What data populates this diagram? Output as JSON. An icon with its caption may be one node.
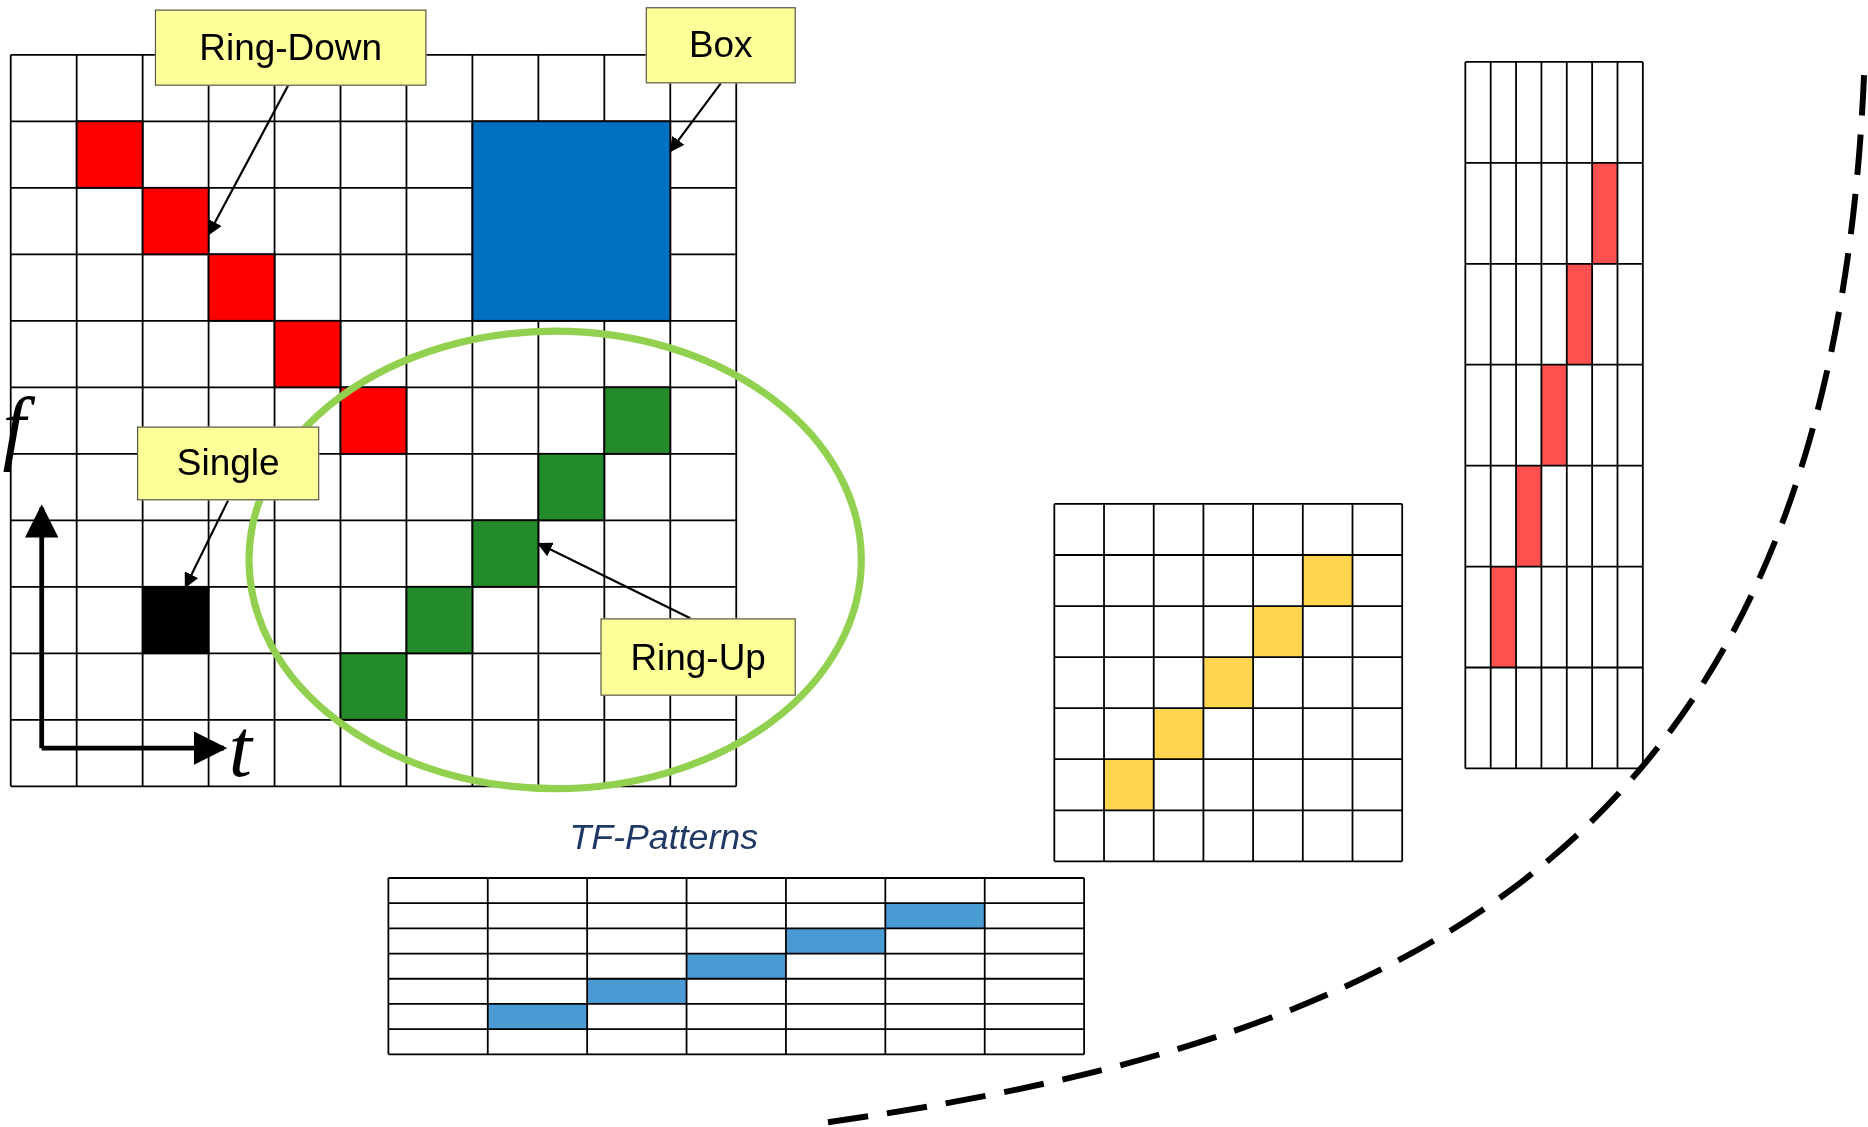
{
  "diagram": {
    "nodes": [
      {
        "text": [
          "Ring-Down"
        ]
      },
      {
        "text": [],
        "shape": "box"
      },
      {
        "text": [
          "Box"
        ]
      },
      {
        "text": [],
        "shape": "box"
      },
      {
        "text": [
          "Single"
        ]
      },
      {
        "text": [],
        "shape": "box"
      },
      {
        "text": [
          "Ring-Up"
        ]
      },
      {
        "text": [],
        "shape": "box"
      }
    ],
    "edges": [
      {
        "from": 0,
        "to": 1,
        "arrow": "to"
      },
      {
        "from": 2,
        "to": 3,
        "arrow": "to"
      },
      {
        "from": 4,
        "to": 5,
        "arrow": "to"
      },
      {
        "from": 6,
        "to": 7,
        "arrow": "to"
      }
    ],
    "labels": [
      "f",
      "t",
      "TF-Patterns"
    ]
  }
}
